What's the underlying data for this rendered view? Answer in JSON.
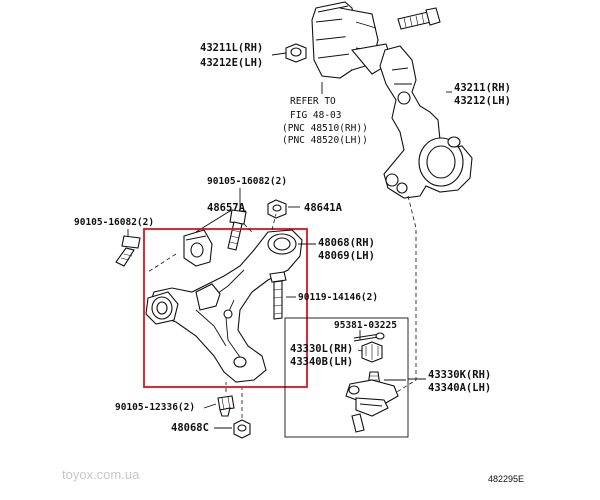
{
  "labels": {
    "strut_l": "43211L(RH)",
    "strut_r": "43212E(LH)",
    "knuckle_rh": "43211(RH)",
    "knuckle_lh": "43212(LH)",
    "refer_to": "REFER TO",
    "fig": "FIG 48-03",
    "pnc_rh": "(PNC 48510(RH))",
    "pnc_lh": "(PNC 48520(LH))",
    "bolt_a": "90105-16082(2)",
    "bolt_b": "90105-16082(2)",
    "bushing": "48657A",
    "nut_top": "48641A",
    "arm_rh": "48068(RH)",
    "arm_lh": "48069(LH)",
    "bolt_c": "90119-14146(2)",
    "cotter": "95381-03225",
    "ball_l_rh": "43330L(RH)",
    "ball_l_lh": "43340B(LH)",
    "ball_k_rh": "43330K(RH)",
    "ball_k_lh": "43340A(LH)",
    "bolt_d": "90105-12336(2)",
    "nut_bottom": "48068C",
    "watermark": "toyox.com.ua",
    "diagram_code": "482295E"
  },
  "colors": {
    "highlight": "#d9151b",
    "ink": "#111111",
    "watermark": "#c8c8c8"
  }
}
